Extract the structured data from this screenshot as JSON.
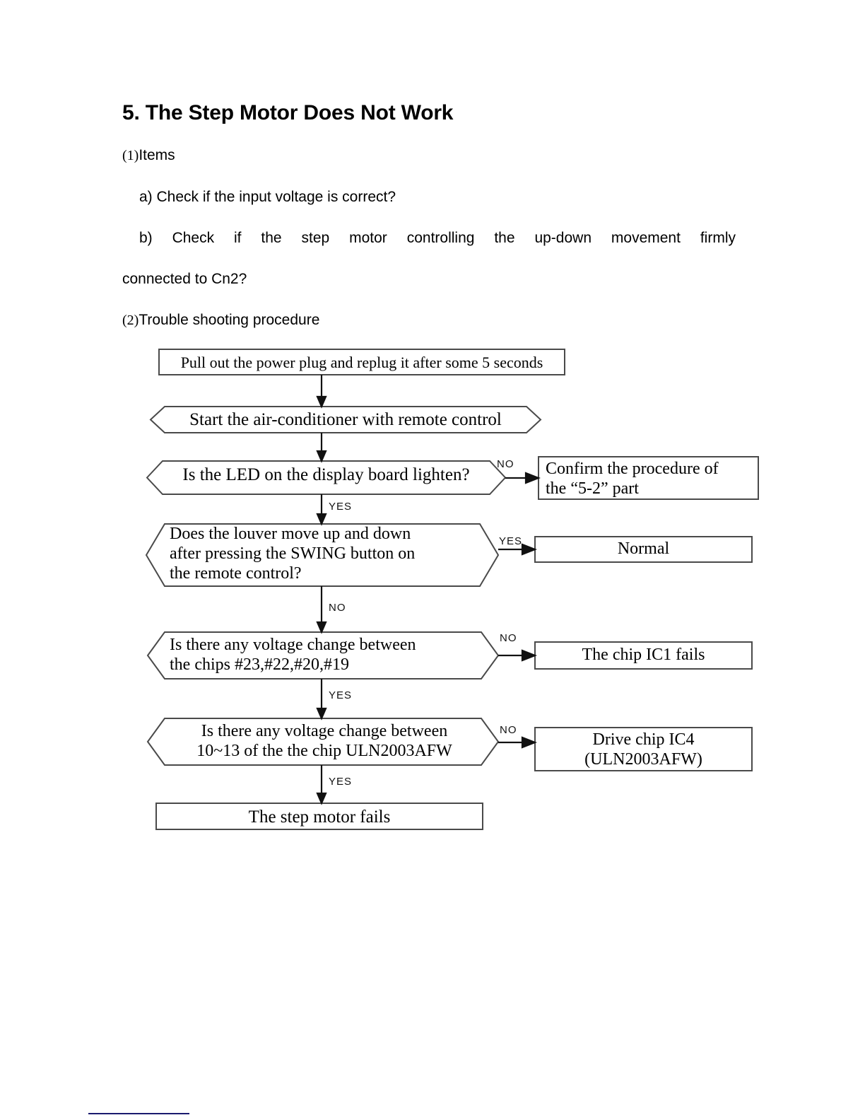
{
  "document": {
    "heading": "5. The Step Motor Does Not Work",
    "sections": [
      {
        "enum": "(1)",
        "text": "Items"
      },
      {
        "enum": "",
        "text": "a) Check if the input voltage is correct?"
      },
      {
        "enum": "",
        "text": "b)  Check  if  the  step  motor  controlling  the  up-down  movement  firmly"
      },
      {
        "enum": "",
        "text": "connected to Cn2?"
      },
      {
        "enum": "(2)",
        "text": "Trouble shooting procedure"
      }
    ],
    "items_label": "Items",
    "item_a": "a) Check if the input voltage is correct?",
    "item_b_line1": "b)  Check  if  the  step  motor  controlling  the  up-down  movement  firmly",
    "item_b_line2": "connected to Cn2?",
    "procedure_label": "Trouble shooting procedure",
    "enum1": "(1)",
    "enum2": "(2)"
  },
  "flowchart": {
    "title": "Trouble shooting procedure",
    "nodes": [
      {
        "id": "start-box",
        "shape": "rect",
        "text": "Pull out the power plug and replug it after some 5 seconds"
      },
      {
        "id": "start-ac",
        "shape": "hexagon",
        "text": "Start the air-conditioner with remote control"
      },
      {
        "id": "led-check",
        "shape": "hexagon",
        "text": "Is the LED on the display board lighten?"
      },
      {
        "id": "confirm-5-2",
        "shape": "rect",
        "text": "Confirm the procedure of\nthe “5-2” part"
      },
      {
        "id": "louver-check",
        "shape": "hexagon",
        "text": "Does the louver move up and down\nafter pressing the SWING button on\nthe remote control?"
      },
      {
        "id": "normal",
        "shape": "rect",
        "text": "Normal"
      },
      {
        "id": "voltage-chips",
        "shape": "hexagon",
        "text": "Is there any voltage change between\nthe chips #23,#22,#20,#19"
      },
      {
        "id": "ic1-fails",
        "shape": "rect",
        "text": "The chip IC1 fails"
      },
      {
        "id": "voltage-uln",
        "shape": "hexagon",
        "text": "Is there any voltage change between\n10~13 of the the chip ULN2003AFW"
      },
      {
        "id": "drive-ic4",
        "shape": "rect",
        "text": "Drive chip IC4\n(ULN2003AFW)"
      },
      {
        "id": "motor-fails",
        "shape": "rect",
        "text": "The step motor fails"
      }
    ],
    "edge_labels": {
      "led_no": "NO",
      "led_yes": "YES",
      "louver_yes": "YES",
      "louver_no": "NO",
      "chips_no": "NO",
      "chips_yes": "YES",
      "uln_no": "NO",
      "uln_yes": "YES"
    },
    "colors": {
      "stroke": "#4a4a4a",
      "text": "#000000",
      "footer_rule": "#1a1a6e"
    }
  }
}
